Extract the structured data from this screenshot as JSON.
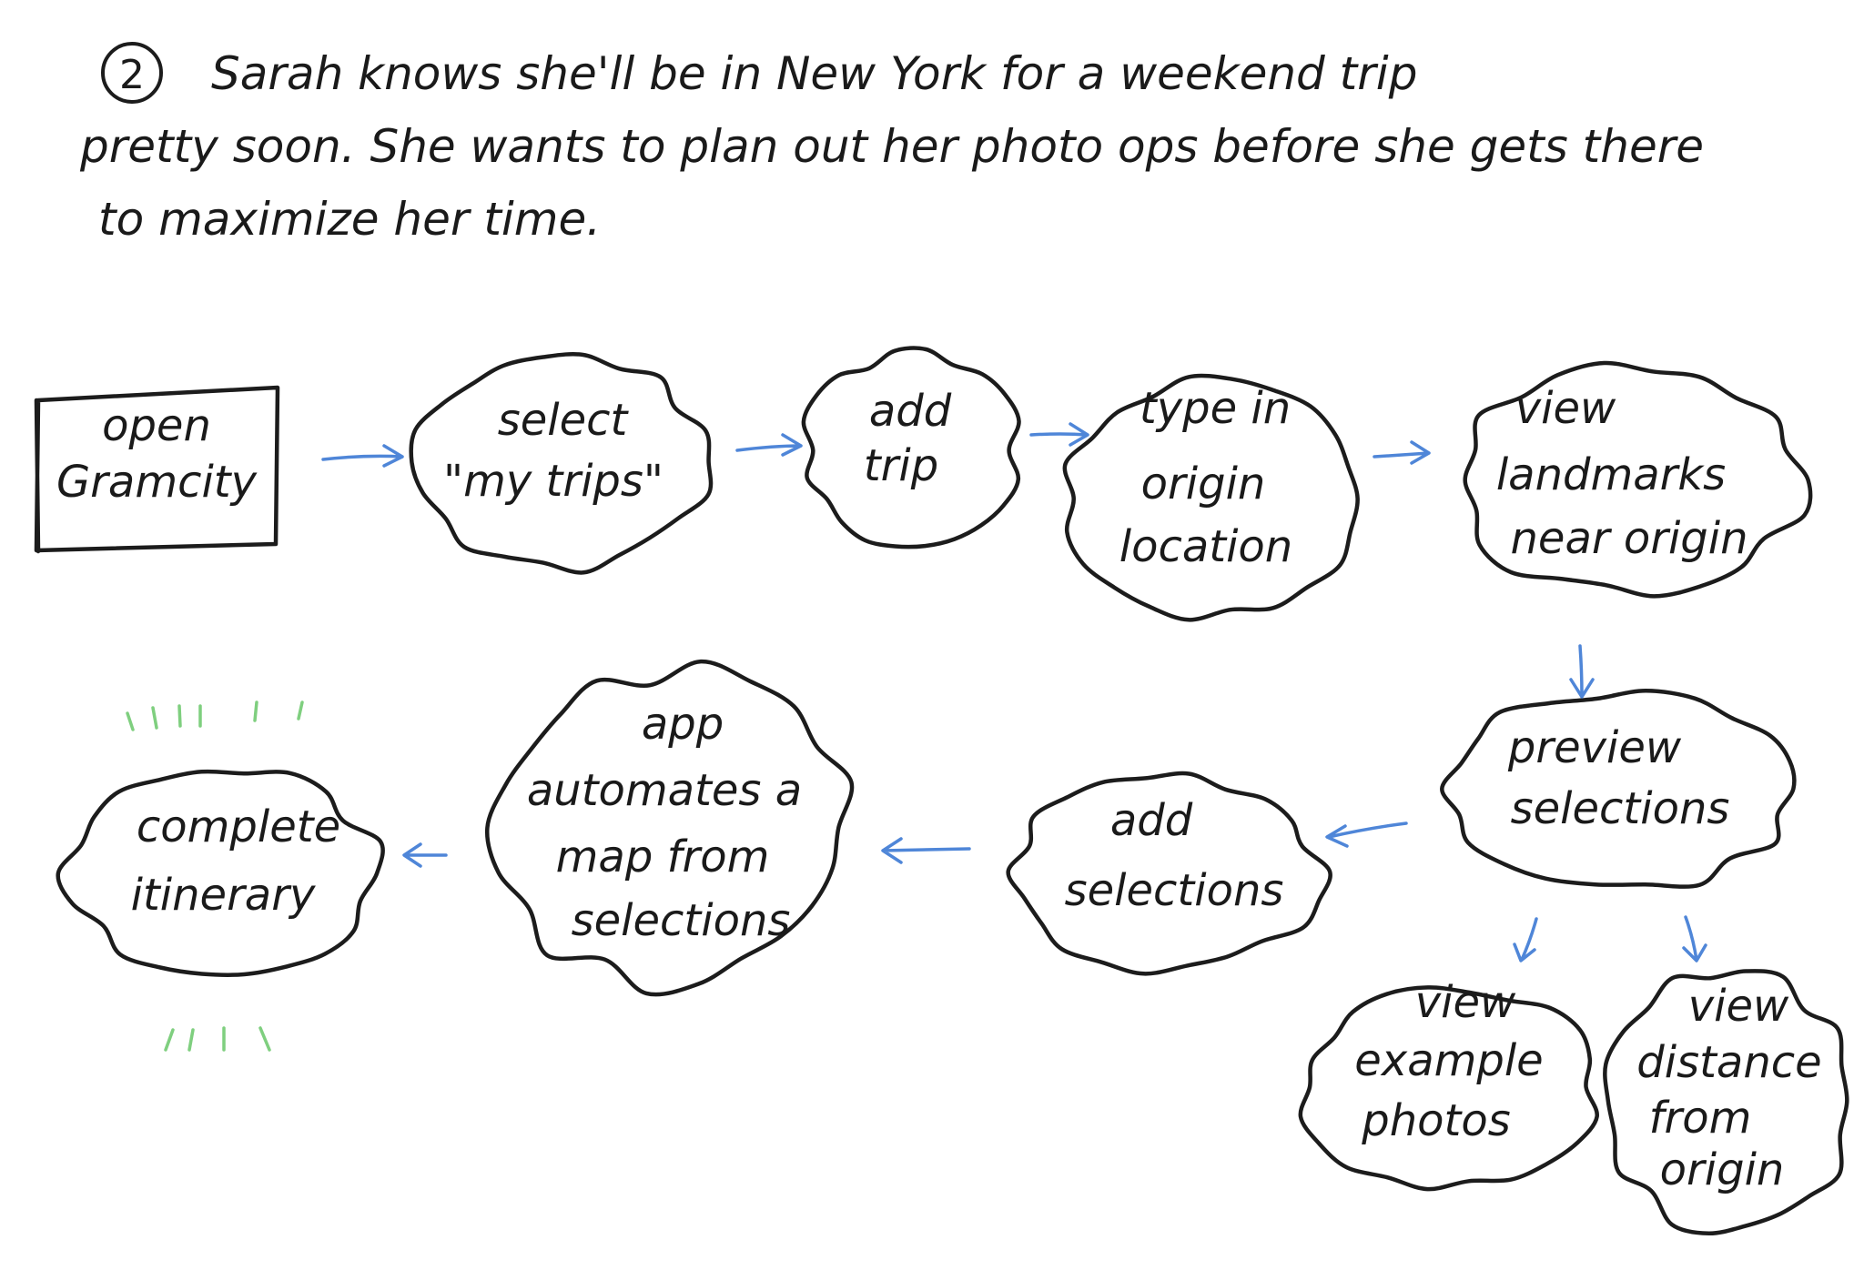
{
  "intro": {
    "number": "2",
    "line1": "Sarah knows she'll be in New York for a weekend trip",
    "line2": "pretty soon. She wants to plan out her photo ops before she gets there",
    "line3": "to maximize her time."
  },
  "nodes": {
    "open": [
      "open",
      "Gramcity"
    ],
    "select_trips": [
      "select",
      "\"my trips\""
    ],
    "add_trip": [
      "add",
      "trip"
    ],
    "type_origin": [
      "type in",
      "origin",
      "location"
    ],
    "view_landmarks": [
      "view",
      "landmarks",
      "near origin"
    ],
    "preview": [
      "preview",
      "selections"
    ],
    "add_selections": [
      "add",
      "selections"
    ],
    "automate": [
      "app",
      "automates a",
      "map from",
      "selections"
    ],
    "complete": [
      "complete",
      "itinerary"
    ],
    "example_photos": [
      "view",
      "example",
      "photos"
    ],
    "distance": [
      "view",
      "distance",
      "from",
      "origin"
    ]
  },
  "colors": {
    "ink": "#1c1c1c",
    "arrow": "#4f86d8",
    "celebrate": "#7fcf7f"
  }
}
